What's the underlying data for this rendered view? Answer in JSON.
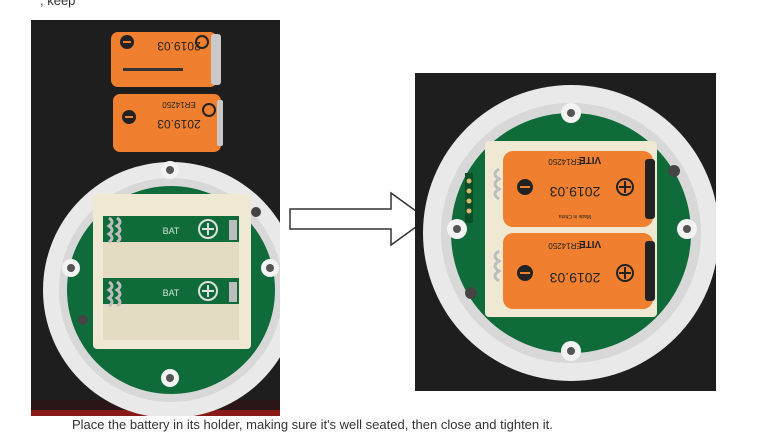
{
  "captions": {
    "top": ", keep",
    "bottom": "Place the battery in its holder, making sure it's well seated, then close and tighten it."
  },
  "left_photo": {
    "loose_batteries": [
      {
        "date": "2019.03"
      },
      {
        "model": "ER14250",
        "date": "2019.03"
      }
    ],
    "holder_labels": [
      "BAT",
      "BAT"
    ]
  },
  "right_photo": {
    "installed_batteries": [
      {
        "brand": "VITE",
        "model": "ER14250",
        "date": "2019.03",
        "made_in": "Made in China"
      },
      {
        "brand": "VITE",
        "model": "ER14250",
        "date": "2019.03"
      }
    ]
  },
  "colors": {
    "background_mat": "#1e1e1e",
    "housing": "#e9e9e9",
    "pcb": "#0f6b3a",
    "battery": "#f0802f",
    "holder": "#efe9d4"
  },
  "icons": [
    "arrow-right-icon"
  ]
}
